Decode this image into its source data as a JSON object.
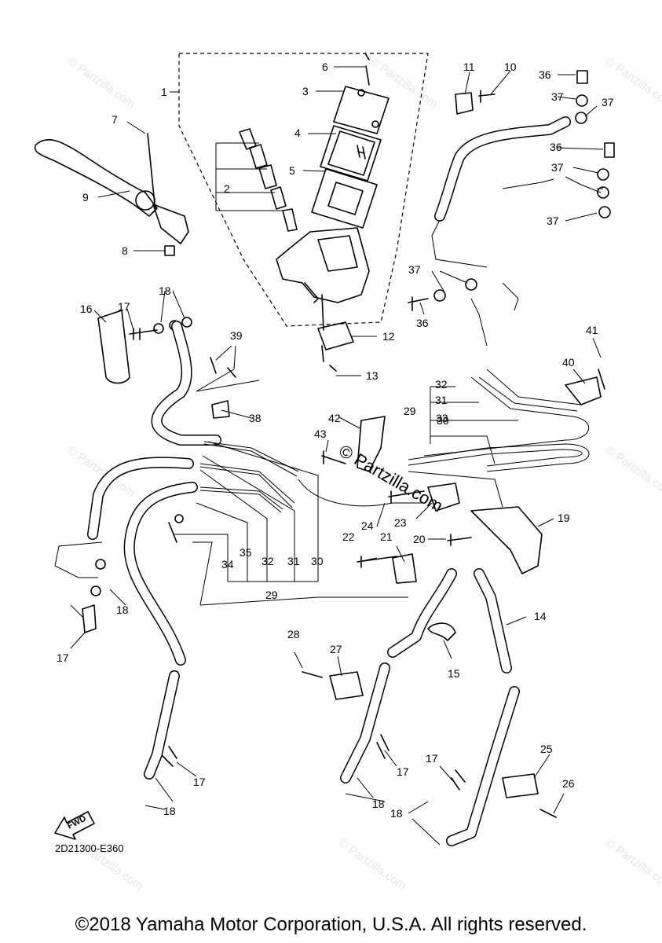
{
  "diagram": {
    "callouts": [
      "1",
      "2",
      "3",
      "4",
      "5",
      "6",
      "7",
      "8",
      "9",
      "10",
      "11",
      "12",
      "13",
      "14",
      "15",
      "16",
      "17",
      "18",
      "19",
      "20",
      "21",
      "22",
      "23",
      "24",
      "25",
      "26",
      "27",
      "28",
      "29",
      "30",
      "31",
      "32",
      "33",
      "34",
      "35",
      "36",
      "37",
      "38",
      "39",
      "40",
      "41",
      "42",
      "43"
    ],
    "watermark_main": "© Partzilla.com",
    "watermark": "© Partzilla.com",
    "fwd_label": "FWD",
    "drawing_code": "2D21300-E360",
    "copyright": "©2018 Yamaha Motor Corporation, U.S.A. All rights reserved."
  }
}
